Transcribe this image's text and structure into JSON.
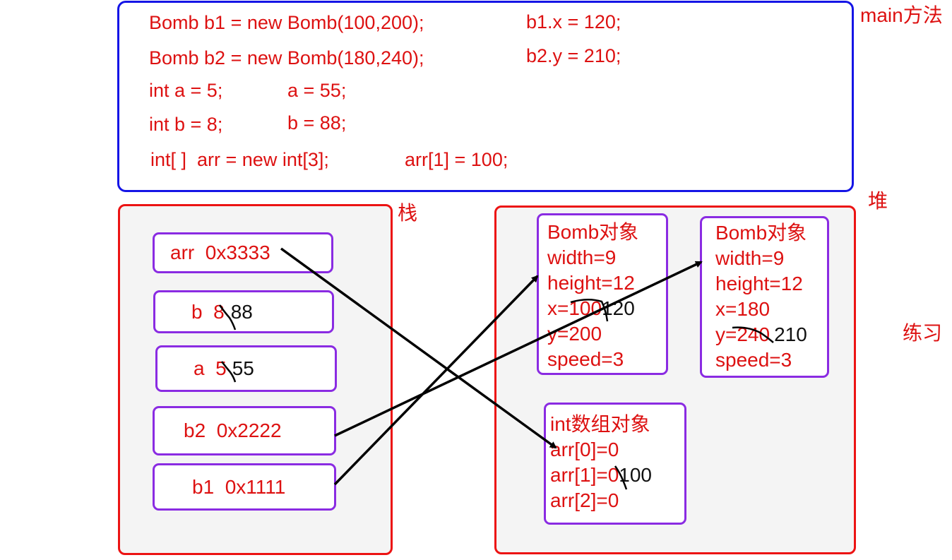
{
  "code": {
    "l1a": "Bomb b1 = new Bomb(100,200);",
    "l1b": "b1.x = 120;",
    "l2a": "Bomb b2 = new Bomb(180,240);",
    "l2b": "b2.y = 210;",
    "l3a": "int a = 5;",
    "l3b": "a = 55;",
    "l4a": "int b = 8;",
    "l4b": "b = 88;",
    "l5a": "int[ ]  arr = new int[3];",
    "l5b": "arr[1] = 100;"
  },
  "labels": {
    "main": "main方法",
    "stack": "栈",
    "heap": "堆",
    "practice": "练习"
  },
  "stack": {
    "arr": {
      "name": "arr",
      "value": "0x3333"
    },
    "b": {
      "name": "b",
      "old": "8",
      "new": "88"
    },
    "a": {
      "name": "a",
      "old": "5",
      "new": "55"
    },
    "b2": {
      "name": "b2",
      "value": "0x2222"
    },
    "b1": {
      "name": "b1",
      "value": "0x1111"
    }
  },
  "heap": {
    "bomb1": {
      "title": "Bomb对象",
      "width": "width=9",
      "height": "height=12",
      "x_old": "x=100",
      "x_new": "120",
      "y": "y=200",
      "speed": "speed=3"
    },
    "bomb2": {
      "title": "Bomb对象",
      "width": "width=9",
      "height": "height=12",
      "x": "x=180",
      "y_old": "y=240",
      "y_new": "210",
      "speed": "speed=3"
    },
    "array": {
      "title": "int数组对象",
      "a0": "arr[0]=0",
      "a1_old": "arr[1]=0",
      "a1_new": "100",
      "a2": "arr[2]=0"
    }
  },
  "colors": {
    "code_border": "#1515e6",
    "region_border": "#ec1313",
    "box_border": "#8a2be2",
    "text": "#dd1111",
    "arrow": "#000000"
  }
}
